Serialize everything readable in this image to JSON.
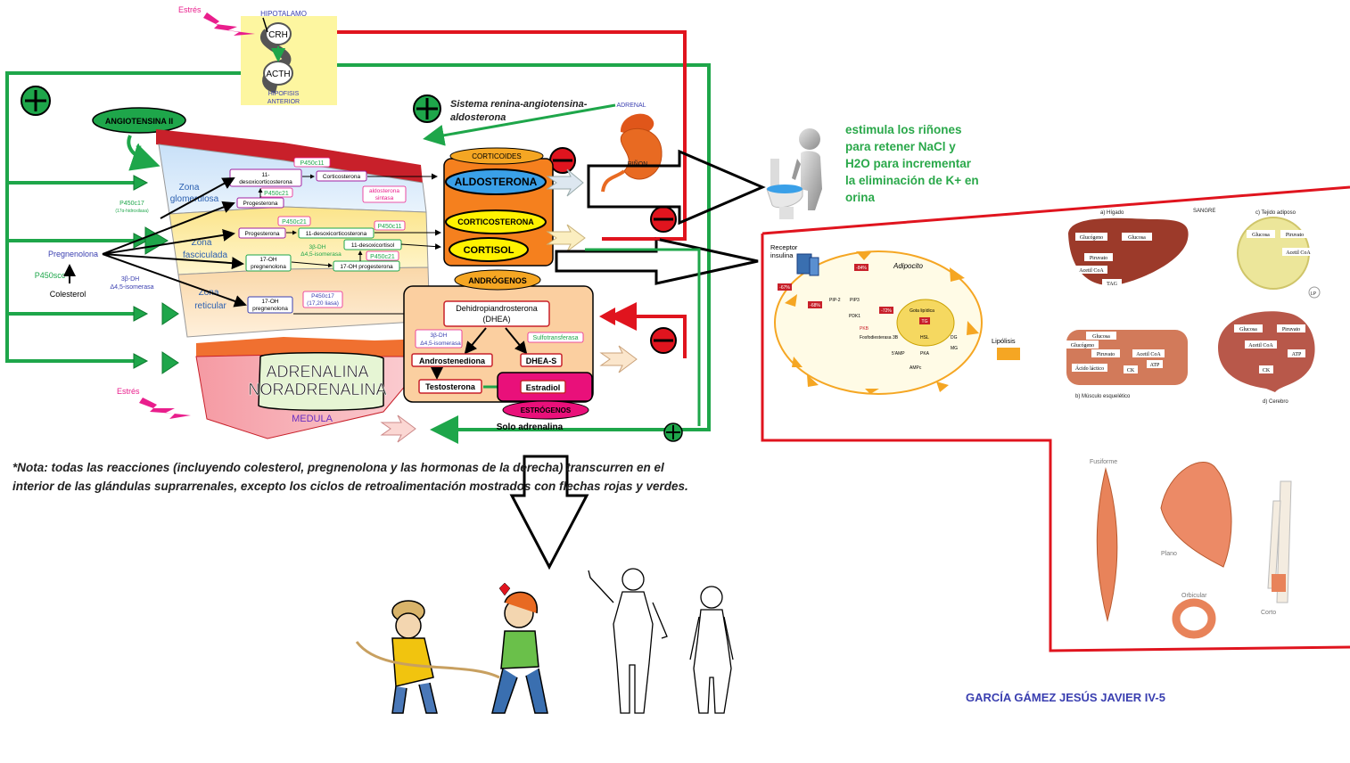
{
  "top": {
    "stress_top": "Estrés",
    "hypothalamus": "HIPOTALAMO",
    "crh": "CRH",
    "acth": "ACTH",
    "pituitary_line1": "HIPOFISIS",
    "pituitary_line2": "ANTERIOR"
  },
  "angiotensin": "ANGIOTENSINA II",
  "raas_line1": "Sistema renina-angiotensina-",
  "raas_line2": "aldosterona",
  "adrenal_label": "ADRENAL",
  "kidney_label": "RIÑON",
  "cortex": {
    "title": "CORTEZA",
    "zones": {
      "glomerulosa_1": "Zona",
      "glomerulosa_2": "glomerulosa",
      "fasciculada_1": "Zona",
      "fasciculada_2": "fasciculada",
      "reticular_1": "Zona",
      "reticular_2": "reticular"
    },
    "glomerulosa": {
      "p450c11": "P450c11",
      "deoxy_1": "11-",
      "deoxy_2": "desoxicorticosterona",
      "corticosterona": "Corticosterona",
      "p450c21": "P450c21",
      "synthase_1": "aldosterona",
      "synthase_2": "sintasa",
      "progesterona": "Progesterona"
    },
    "fasciculada": {
      "p450c21": "P450c21",
      "p450c11": "P450c11",
      "progesterona": "Progesterona",
      "deoxy": "11-desoxicorticosterona",
      "isomerase_1": "3β-DH",
      "isomerase_2": "Δ4,5-isomerasa",
      "deoxycortisol": "11-desoxicortisol",
      "oh_preg_1": "17-OH",
      "oh_preg_2": "pregnenolona",
      "p450c21_b": "P450c21",
      "oh_prog": "17-OH progesterona"
    },
    "reticular": {
      "oh_preg_1": "17-OH",
      "oh_preg_2": "pregnenolona",
      "p450c17_1": "P450c17",
      "p450c17_2": "(17,20 liasa)"
    }
  },
  "left": {
    "p450c17_1": "P450c17",
    "p450c17_2": "(17α-hidroxilasa)",
    "pregnenolona": "Pregnenolona",
    "p450scc": "P450scc",
    "colesterol": "Colesterol",
    "isomerase_1": "3β-DH",
    "isomerase_2": "Δ4,5-isomerasa"
  },
  "medulla": {
    "adrenalina": "ADRENALINA",
    "noradrenalina": "NORADRENALINA",
    "label": "MEDULA",
    "stress": "Estrés"
  },
  "corticoids": {
    "title": "CORTICOIDES",
    "aldosterona": "ALDOSTERONA",
    "corticosterona": "CORTICOSTERONA",
    "cortisol": "CORTISOL"
  },
  "androgens": {
    "title": "ANDRÓGENOS",
    "dhea_1": "Dehidropiandrosterona",
    "dhea_2": "(DHEA)",
    "isomerase_1": "3β-DH",
    "isomerase_2": "Δ4,5-isomerasa",
    "sulfo": "Sulfotransferasa",
    "androstenediona": "Androstenediona",
    "dheas": "DHEA-S",
    "testosterona": "Testosterona",
    "estradiol": "Estradiol",
    "estrogenos": "ESTRÓGENOS"
  },
  "solo_adrenalina": "Solo adrenalina",
  "note": "*Nota: todas las reacciones (incluyendo colesterol, pregnenolona y las hormonas de la derecha) transcurren en el interior de las glándulas suprarrenales, excepto los ciclos de retroalimentación mostrados con flechas rojas y verdes.",
  "kidney_effect": "estimula los riñones para retener NaCl y H2O para incrementar la eliminación de K+ en orina",
  "adipocyte": {
    "receptor_1": "Receptor",
    "receptor_2": "insulina",
    "adipocito": "Adipocito",
    "gota": "Gota lipídica",
    "tg": "TG",
    "lipolisis": "Lipólisis",
    "pip2": "PIP-2",
    "pip3": "PIP3",
    "pdk1": "PDK1",
    "pkb": "PKB",
    "fosfo": "Fosfodiesterasa 3B",
    "amp": "5'AMP",
    "ampc": "AMPc",
    "pka": "PKA",
    "hsl": "HSL",
    "dg": "DG",
    "mg": "MG",
    "pct1": "-67%",
    "pct2": "-68%",
    "pct3": "-84%",
    "pct4": "-72%"
  },
  "metabolism": {
    "higado": "a) Hígado",
    "sangre": "SANGRE",
    "adiposo": "c) Tejido adiposo",
    "musculo": "b) Músculo esquelético",
    "cerebro": "d) Cerebro",
    "glucogeno": "Glucógeno",
    "glucosa": "Glucosa",
    "piruvato": "Piruvato",
    "acetil": "Acetil CoA",
    "tag": "TAG",
    "acido": "Ácido láctico",
    "atp": "ATP",
    "ck": "CK",
    "lp": "LP"
  },
  "muscles": {
    "fusiforme": "Fusiforme",
    "plano": "Plano",
    "orbicular": "Orbicular",
    "corto": "Corto"
  },
  "author": "GARCÍA GÁMEZ JESÚS JAVIER IV-5",
  "colors": {
    "green": "#1ea64a",
    "red": "#e0141e",
    "orange": "#f5a623",
    "pink": "#e91e8c",
    "cortex_red": "#c8202a"
  }
}
